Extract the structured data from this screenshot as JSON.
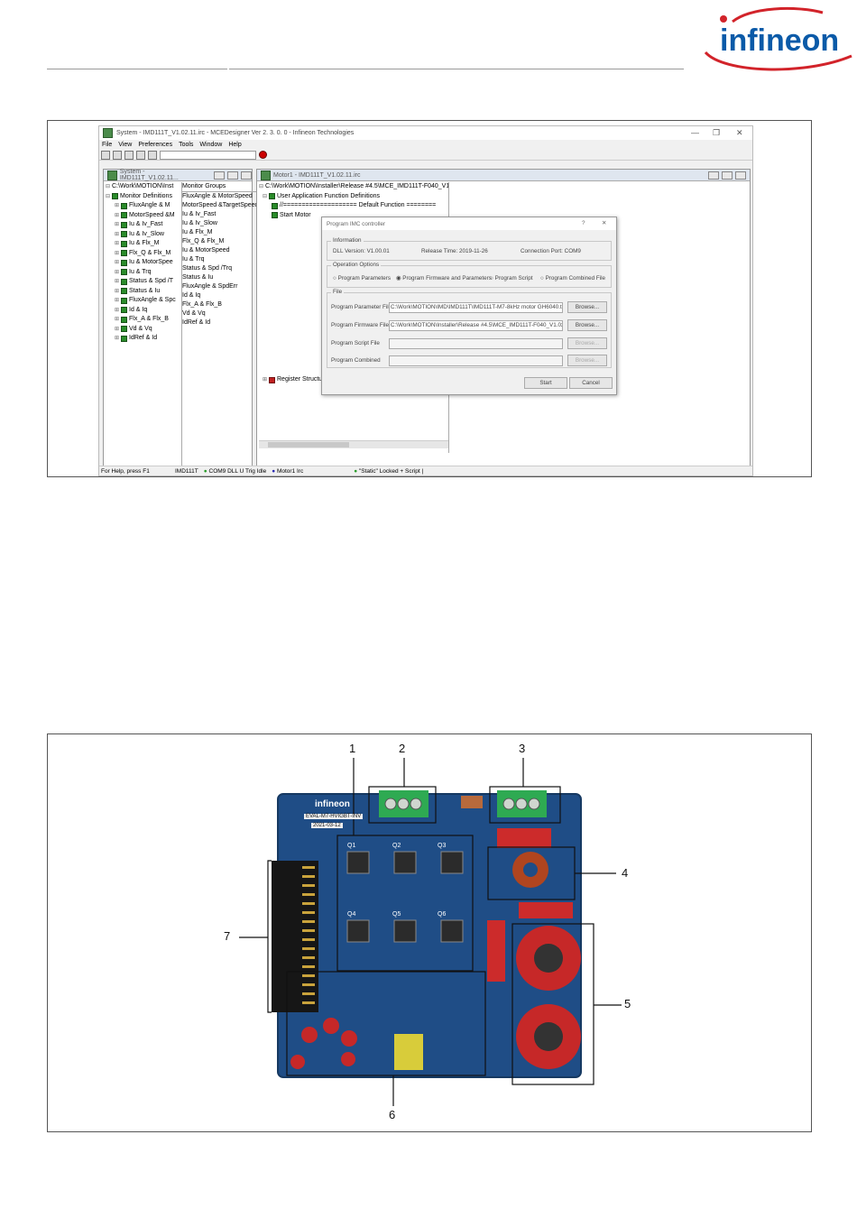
{
  "logo": {
    "text": "infineon"
  },
  "figure1": {
    "window_title": "System - IMD111T_V1.02.11.irc - MCEDesigner Ver 2. 3. 0. 0 - Infineon Technologies",
    "menu": [
      "File",
      "View",
      "Preferences",
      "Tools",
      "Window",
      "Help"
    ],
    "system_pane": {
      "title": "System - IMD111T_V1.02.11...",
      "root": "C:\\Work\\MOTION\\Inst",
      "group": "Monitor Definitions",
      "items": [
        "FluxAngle & M",
        "MotorSpeed &M",
        "Iu & Iv_Fast",
        "Iu & Iv_Slow",
        "Iu & Flx_M",
        "Flx_Q & Flx_M",
        "Iu & MotorSpee",
        "Iu & Trq",
        "Status & Spd /T",
        "Status & Iu",
        "FluxAngle & Spc",
        "Id & Iq",
        "Flx_A & Flx_B",
        "Vd & Vq",
        "IdRef & Id"
      ],
      "groups_header": "Monitor Groups",
      "groups": [
        "FluxAngle & MotorSpeed",
        "MotorSpeed &TargetSpeed",
        "Iu & Iv_Fast",
        "Iu & Iv_Slow",
        "Iu & Flx_M",
        "Flx_Q & Flx_M",
        "Iu & MotorSpeed",
        "Iu & Trq",
        "Status & Spd /Trq",
        "Status & Iu",
        "FluxAngle & SpdErr",
        "Id & Iq",
        "Flx_A & Flx_B",
        "Vd & Vq",
        "IdRef & Id"
      ]
    },
    "motor_pane": {
      "title": "Motor1 - IMD111T_V1.02.11.irc",
      "path": "C:\\Work\\MOTION\\Installer\\Release #4.5\\MCE_IMD111T-F040_V1.0",
      "item1": "User Application Function Definitions",
      "item2": "//==================== Default Function ========",
      "item3": "Start Motor",
      "item_last": "Register Structure Definitions"
    },
    "dialog": {
      "title": "Program IMC controller",
      "info_label": "Information",
      "dll": "DLL Version: V1.00.01",
      "release": "Release Time: 2019-11-26",
      "port": "Connection Port: COM9",
      "options_label": "Operation Options",
      "opt1": "Program Parameters",
      "opt2": "Program Firmware and Parameters",
      "opt3": "Program Script",
      "opt4": "Program Combined File",
      "file_label": "File",
      "param_label": "Program Parameter File",
      "param_value": "C:\\Work\\MOTION\\IMD\\IMD111T\\IMD111T-M7-8kHz motor GH6040.txt",
      "fw_label": "Program Firmware File",
      "fw_value": "C:\\Work\\MOTION\\Installer\\Release #4.5\\MCE_IMD111T-F040_V1.02.1",
      "script_label": "Program Script File",
      "combined_label": "Program Combined",
      "browse": "Browse...",
      "start": "Start",
      "cancel": "Cancel"
    },
    "status": {
      "help": "For Help, press F1",
      "device": "IMD111T",
      "port": "COM9 DLL U Trig Idle",
      "motor": "Motor1 Irc",
      "static": "\"Static\" Locked + Script |"
    }
  },
  "figure2": {
    "callouts": [
      "1",
      "2",
      "3",
      "4",
      "5",
      "6",
      "7"
    ],
    "board_brand": "infineon",
    "board_name": "EVAL-M7-HVIGBT-INV",
    "board_date": "2021-03-12",
    "transistors": [
      "Q1",
      "Q2",
      "Q3",
      "Q4",
      "Q5",
      "Q6"
    ]
  }
}
